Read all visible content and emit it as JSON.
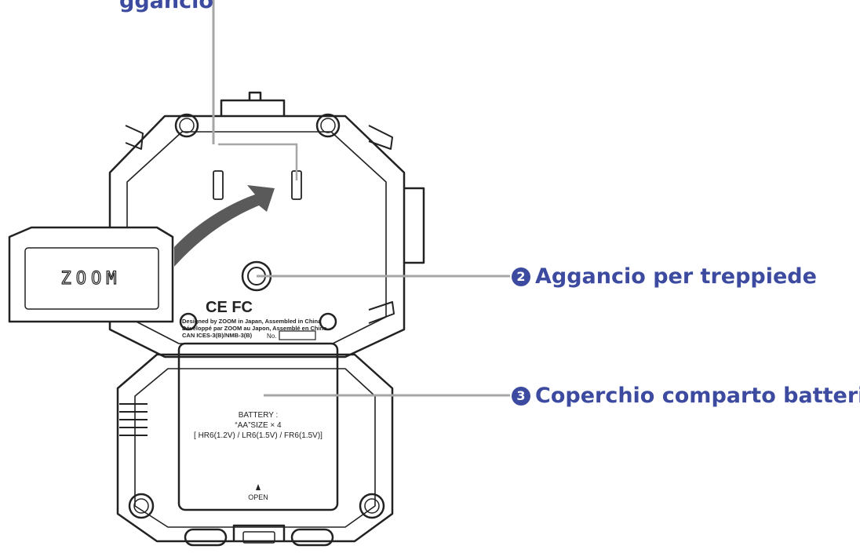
{
  "callouts": {
    "top_partial": "ggancio",
    "tripod": {
      "number": "2",
      "label": "Aggancio per treppiede"
    },
    "battery_cover": {
      "number": "3",
      "label": "Coperchio comparto batterie"
    }
  },
  "device": {
    "capsule_logo": "ZOOM",
    "certification_marks": "CE FC",
    "compliance_text": [
      "Designed by ZOOM in Japan, Assembled in China",
      "Développé par ZOOM au Japon, Assemblé en Chine",
      "CAN ICES-3(B)/NMB-3(B)"
    ],
    "serial_label": "No.",
    "battery_text": [
      "BATTERY :",
      "“AA”SIZE × 4",
      "[ HR6(1.2V) / LR6(1.5V) / FR6(1.5V)]"
    ],
    "open_label": "OPEN"
  },
  "colors": {
    "callout_text": "#3c4aa0",
    "leader_line": "#a6a6a6",
    "outline": "#222222",
    "arrow": "#5a5a5a"
  }
}
